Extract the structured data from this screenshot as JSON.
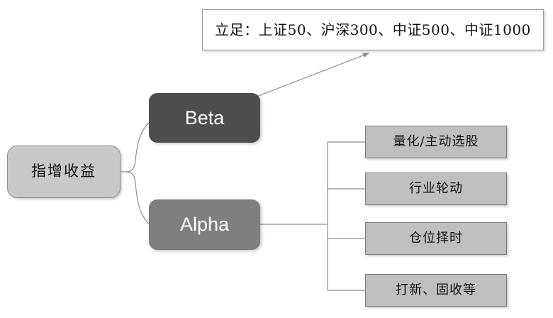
{
  "diagram": {
    "title_note": "立足：上证50、沪深300、中证500、中证1000",
    "root": {
      "label": "指增收益"
    },
    "branches": [
      {
        "label": "Beta"
      },
      {
        "label": "Alpha"
      }
    ],
    "alpha_children": [
      {
        "label": "量化/主动选股"
      },
      {
        "label": "行业轮动"
      },
      {
        "label": "仓位择时"
      },
      {
        "label": "打新、固收等"
      }
    ],
    "colors": {
      "beta_fill": "#4d4d4d",
      "alpha_fill": "#7f7f7f",
      "root_fill": "#c8c8c8",
      "leaf_fill": "#bfbfbf",
      "callout_fill": "#ffffff",
      "line": "#8c8c8c",
      "text_dark": "#111111",
      "text_light": "#ffffff"
    }
  }
}
